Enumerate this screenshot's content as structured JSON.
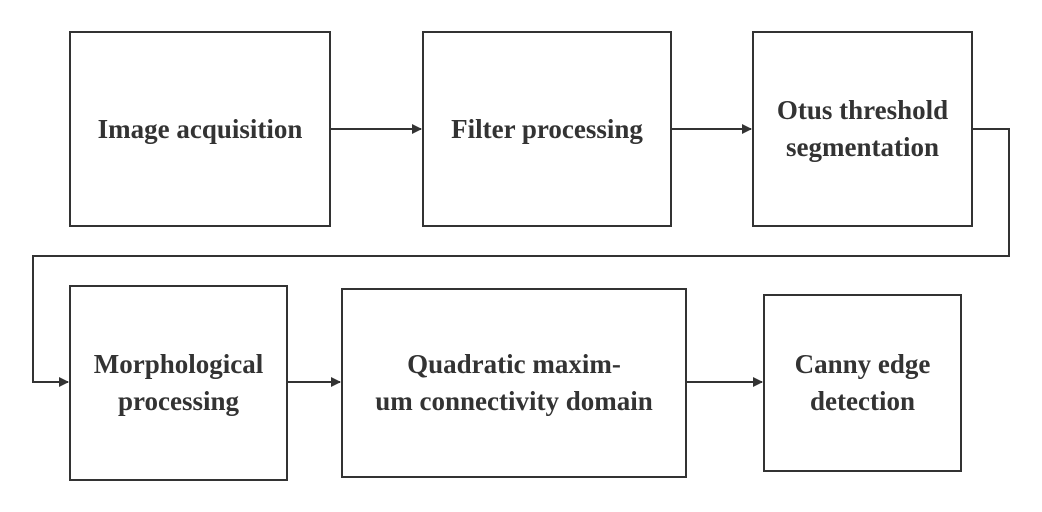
{
  "diagram": {
    "nodes": [
      {
        "id": "image-acquisition",
        "lines": [
          "Image acquisition"
        ]
      },
      {
        "id": "filter-processing",
        "lines": [
          "Filter processing"
        ]
      },
      {
        "id": "otus-threshold-segmentation",
        "lines": [
          "Otus threshold",
          "segmentation"
        ]
      },
      {
        "id": "morphological-processing",
        "lines": [
          "Morphological",
          "processing"
        ]
      },
      {
        "id": "quadratic-maximum-connectivity-domain",
        "lines": [
          "Quadratic maxim-",
          "um connectivity domain"
        ]
      },
      {
        "id": "canny-edge-detection",
        "lines": [
          "Canny edge",
          "detection"
        ]
      }
    ],
    "edges": [
      {
        "from": "image-acquisition",
        "to": "filter-processing"
      },
      {
        "from": "filter-processing",
        "to": "otus-threshold-segmentation"
      },
      {
        "from": "otus-threshold-segmentation",
        "to": "morphological-processing"
      },
      {
        "from": "morphological-processing",
        "to": "quadratic-maximum-connectivity-domain"
      },
      {
        "from": "quadratic-maximum-connectivity-domain",
        "to": "canny-edge-detection"
      }
    ],
    "colors": {
      "stroke": "#333333",
      "text": "#333333",
      "background": "#ffffff"
    }
  }
}
